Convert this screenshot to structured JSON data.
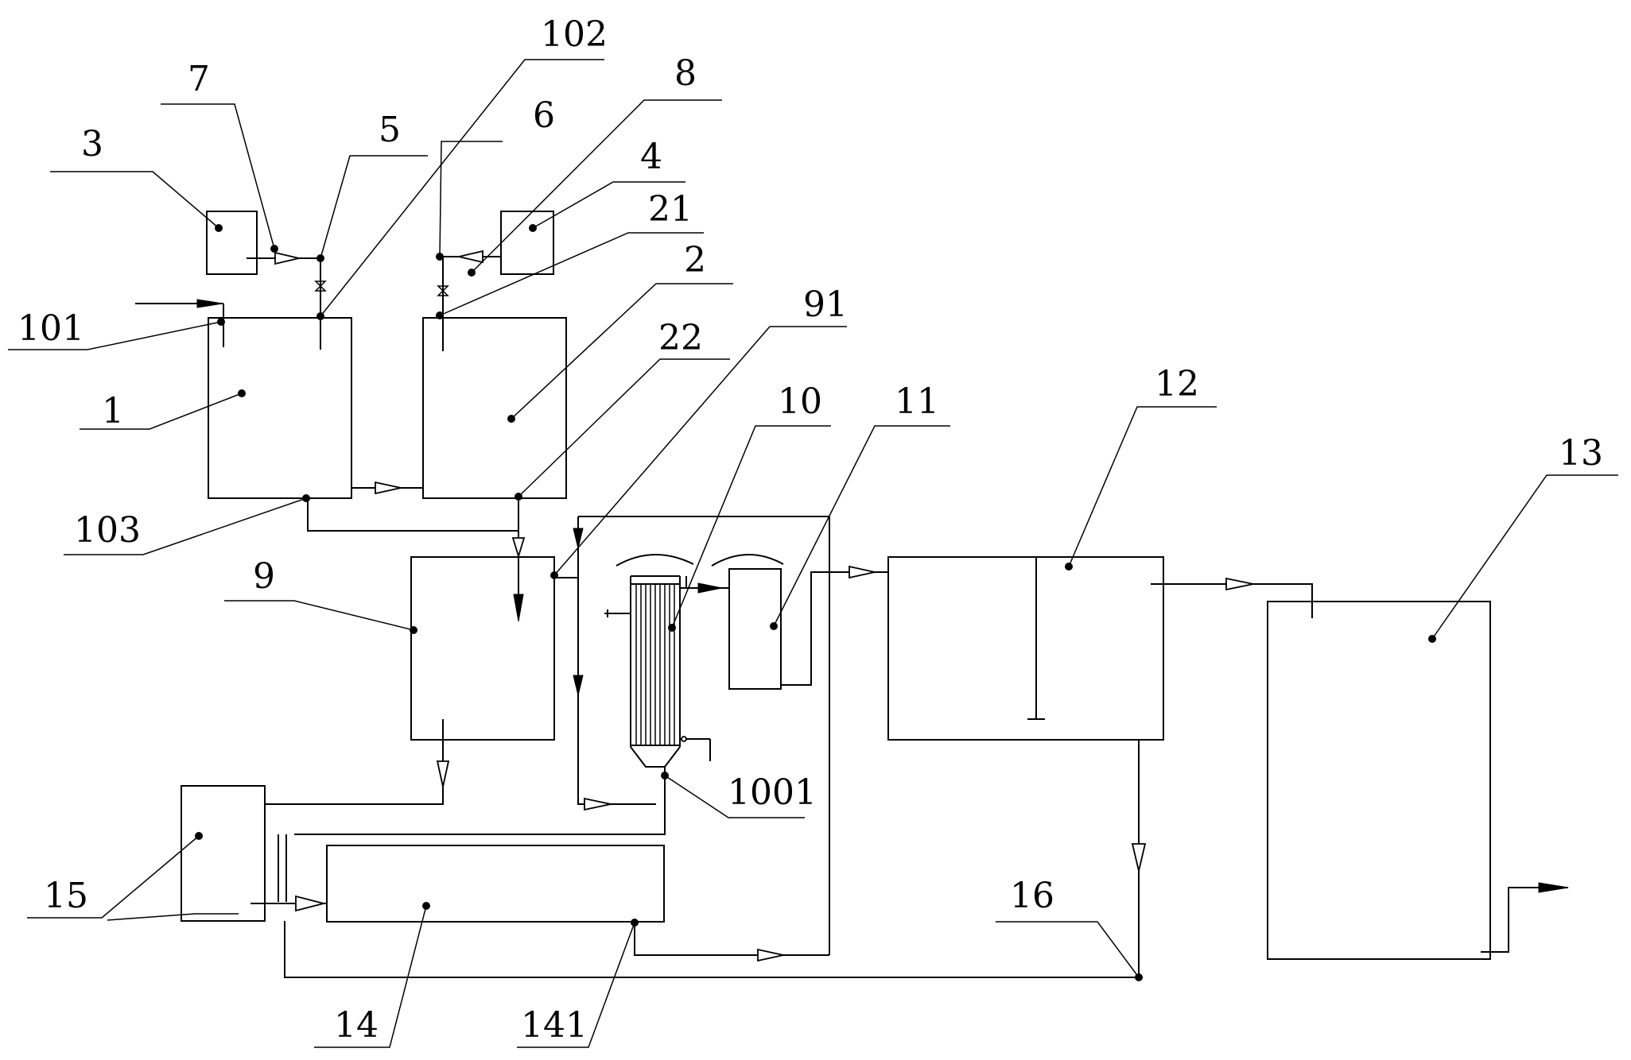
{
  "labels": {
    "l1": "1",
    "l2": "2",
    "l3": "3",
    "l4": "4",
    "l5": "5",
    "l6": "6",
    "l7": "7",
    "l8": "8",
    "l9": "9",
    "l10": "10",
    "l11": "11",
    "l12": "12",
    "l13": "13",
    "l14": "14",
    "l15": "15",
    "l16": "16",
    "l21": "21",
    "l22": "22",
    "l91": "91",
    "l101": "101",
    "l102": "102",
    "l103": "103",
    "l141": "141",
    "l1001": "1001"
  }
}
